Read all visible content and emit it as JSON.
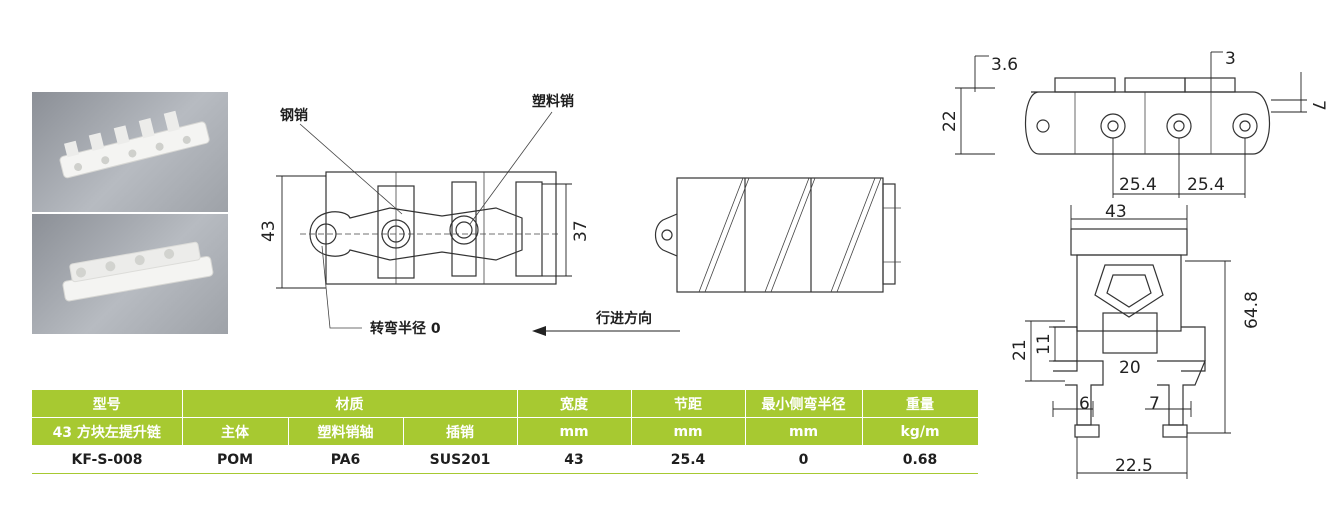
{
  "labels": {
    "steel_pin": "钢销",
    "plastic_pin": "塑料销",
    "turning_radius": "转弯半径 0",
    "direction": "行进方向"
  },
  "dims": {
    "width_43": "43",
    "inner_37": "37",
    "d_3_6": "3.6",
    "d_3": "3",
    "d_22": "22",
    "d_7": "7",
    "pitch_a": "25.4",
    "pitch_b": "25.4",
    "top_43": "43",
    "h_64_8": "64.8",
    "h_21": "21",
    "h_11": "11",
    "w_20": "20",
    "w_6": "6",
    "w_7": "7",
    "w_22_5": "22.5"
  },
  "table": {
    "header1": [
      "型号",
      "材质",
      "宽度",
      "节距",
      "最小侧弯半径",
      "重量"
    ],
    "header2": [
      "43 方块左提升链",
      "主体",
      "塑料销轴",
      "插销",
      "mm",
      "mm",
      "mm",
      "kg/m"
    ],
    "row": [
      "KF-S-008",
      "POM",
      "PA6",
      "SUS201",
      "43",
      "25.4",
      "0",
      "0.68"
    ]
  },
  "colors": {
    "accent": "#a7c931",
    "line": "#333333"
  }
}
